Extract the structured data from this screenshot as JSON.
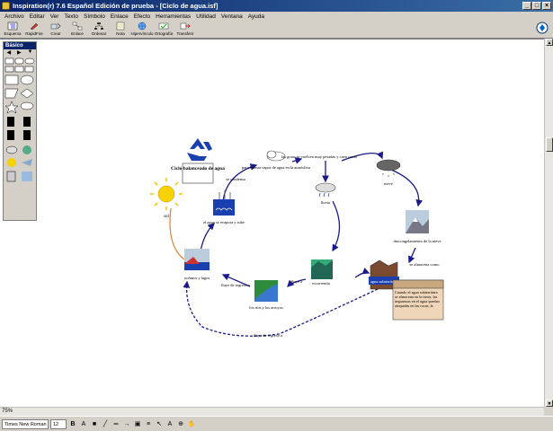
{
  "window": {
    "title": "Inspiration(r) 7.6 Español Edición de prueba - [Ciclo de agua.isf]"
  },
  "menu": [
    "Archivo",
    "Editar",
    "Ver",
    "Texto",
    "Símbolo",
    "Enlace",
    "Efecto",
    "Herramientas",
    "Utilidad",
    "Ventana",
    "Ayuda"
  ],
  "toolbar": [
    {
      "label": "Esquema",
      "icon": "outline-icon"
    },
    {
      "label": "RapidFire",
      "icon": "rapidfire-icon"
    },
    {
      "label": "Crear",
      "icon": "create-icon"
    },
    {
      "label": "Enlace",
      "icon": "link-icon"
    },
    {
      "label": "Ordenar",
      "icon": "arrange-icon"
    },
    {
      "label": "Nota",
      "icon": "note-icon"
    },
    {
      "label": "Hipervínculo",
      "icon": "hyperlink-icon"
    },
    {
      "label": "Ortografía",
      "icon": "spelling-icon"
    },
    {
      "label": "Transferir",
      "icon": "transfer-icon"
    }
  ],
  "palette": {
    "title": "Básico"
  },
  "statusbar": {
    "zoom": "75%"
  },
  "format": {
    "font": "Times New Roman",
    "size": "12"
  },
  "diagram": {
    "nodes": {
      "cycle": "Ciclo balanceado de agua",
      "sol": "sol",
      "evapora": "el agua se evapora y sube",
      "condensa": "se condensa",
      "vapor": "para formar vapor de agua en la atmósfera",
      "gotas": "las gotas se vuelven muy pesadas y caen como",
      "nieve": "nieve",
      "lluvia": "lluvia",
      "derretimiento": "descongelamiento de la nieve",
      "almacena": "se almacena como",
      "subterranea": "agua subterránea",
      "note": "Cuando el agua subterránea se almacena en la tierra, las impurezas en el agua quedan atrapadas en las rocas, la",
      "escorrentia": "escorrentía",
      "fluye": "fluye a",
      "rios": "los ríos y los arroyos",
      "fluyeregreso": "fluye de regreso a",
      "oceanos": "océanos y lagos",
      "fluyeregreso2": "fluye de regreso a"
    }
  }
}
